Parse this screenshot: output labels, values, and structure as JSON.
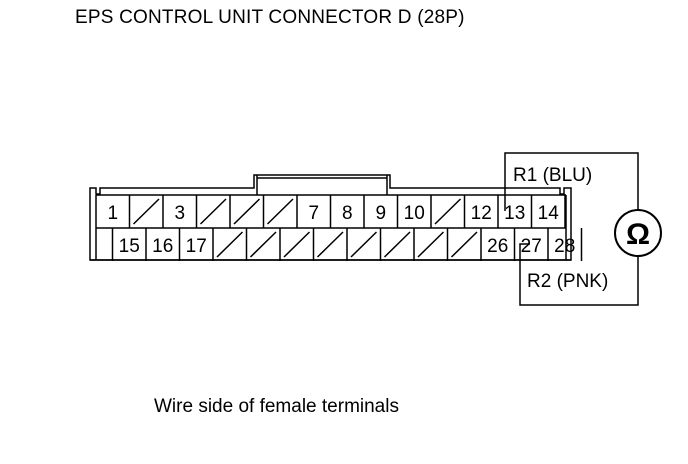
{
  "title": "EPS CONTROL UNIT CONNECTOR D (28P)",
  "caption": "Wire side of female terminals",
  "connector": {
    "top_row": [
      "1",
      "/",
      "3",
      "/",
      "/",
      "/",
      "7",
      "8",
      "9",
      "10",
      "/",
      "12",
      "13",
      "14"
    ],
    "bottom_row": [
      "",
      "15",
      "16",
      "17",
      "/",
      "/",
      "/",
      "/",
      "/",
      "/",
      "/",
      "/",
      "26",
      "27",
      "28"
    ]
  },
  "probes": {
    "r1_label": "R1 (BLU)",
    "r2_label": "R2 (PNK)",
    "meter_symbol": "Ω"
  }
}
